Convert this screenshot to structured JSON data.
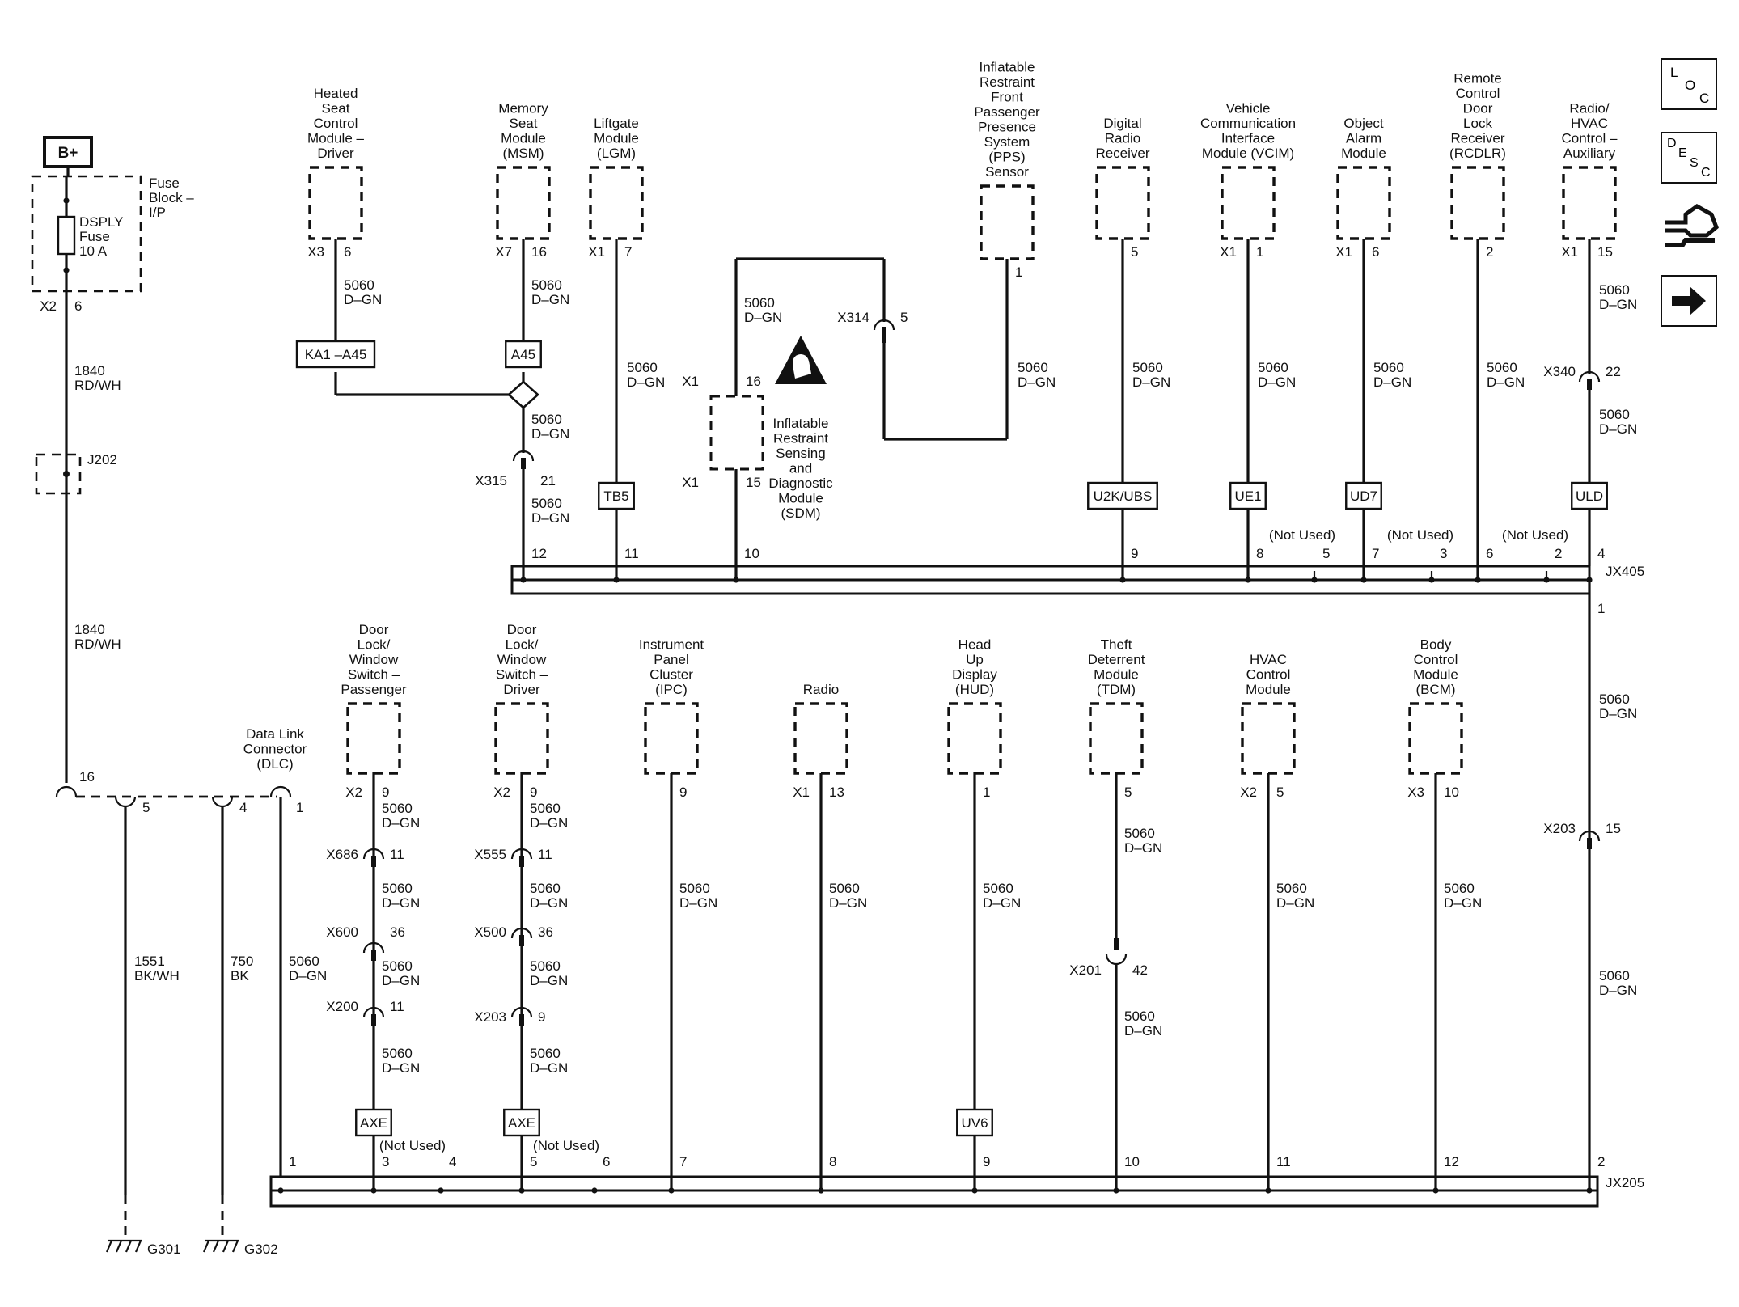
{
  "top_modules": [
    {
      "name": "Heated Seat Control Module – Driver",
      "lines": [
        "Heated",
        "Seat",
        "Control",
        "Module –",
        "Driver"
      ],
      "conn": "X3",
      "pin": "6"
    },
    {
      "name": "Memory Seat Module (MSM)",
      "lines": [
        "Memory",
        "Seat",
        "Module",
        "(MSM)"
      ],
      "conn": "X7",
      "pin": "16"
    },
    {
      "name": "Liftgate Module (LGM)",
      "lines": [
        "Liftgate",
        "Module",
        "(LGM)"
      ],
      "conn": "X1",
      "pin": "7"
    },
    {
      "name": "Inflatable Restraint Front Passenger Presence System (PPS) Sensor",
      "lines": [
        "Inflatable",
        "Restraint",
        "Front",
        "Passenger",
        "Presence",
        "System",
        "(PPS)",
        "Sensor"
      ],
      "conn": "",
      "pin": "1"
    },
    {
      "name": "Digital Radio Receiver",
      "lines": [
        "Digital",
        "Radio",
        "Receiver"
      ],
      "conn": "",
      "pin": "5"
    },
    {
      "name": "Vehicle Communication Interface Module (VCIM)",
      "lines": [
        "Vehicle",
        "Communication",
        "Interface",
        "Module (VCIM)"
      ],
      "conn": "X1",
      "pin": "1"
    },
    {
      "name": "Object Alarm Module",
      "lines": [
        "Object",
        "Alarm",
        "Module"
      ],
      "conn": "X1",
      "pin": "6"
    },
    {
      "name": "Remote Control Door Lock Receiver (RCDLR)",
      "lines": [
        "Remote",
        "Control",
        "Door",
        "Lock",
        "Receiver",
        "(RCDLR)"
      ],
      "conn": "",
      "pin": "2"
    },
    {
      "name": "Radio/ HVAC Control – Auxiliary",
      "lines": [
        "Radio/",
        "HVAC",
        "Control –",
        "Auxiliary"
      ],
      "conn": "X1",
      "pin": "15"
    }
  ],
  "bottom_modules": [
    {
      "name": "Door Lock/ Window Switch – Passenger",
      "lines": [
        "Door",
        "Lock/",
        "Window",
        "Switch –",
        "Passenger"
      ],
      "conn": "X2",
      "pin": "9"
    },
    {
      "name": "Door Lock/ Window Switch – Driver",
      "lines": [
        "Door",
        "Lock/",
        "Window",
        "Switch –",
        "Driver"
      ],
      "conn": "X2",
      "pin": "9"
    },
    {
      "name": "Instrument Panel Cluster (IPC)",
      "lines": [
        "Instrument",
        "Panel",
        "Cluster",
        "(IPC)"
      ],
      "conn": "",
      "pin": "9"
    },
    {
      "name": "Radio",
      "lines": [
        "Radio"
      ],
      "conn": "X1",
      "pin": "13"
    },
    {
      "name": "Head Up Display (HUD)",
      "lines": [
        "Head",
        "Up",
        "Display",
        "(HUD)"
      ],
      "conn": "",
      "pin": "1"
    },
    {
      "name": "Theft Deterrent Module (TDM)",
      "lines": [
        "Theft",
        "Deterrent",
        "Module",
        "(TDM)"
      ],
      "conn": "",
      "pin": "5"
    },
    {
      "name": "HVAC Control Module",
      "lines": [
        "HVAC",
        "Control",
        "Module"
      ],
      "conn": "X2",
      "pin": "5"
    },
    {
      "name": "Body Control Module (BCM)",
      "lines": [
        "Body",
        "Control",
        "Module",
        "(BCM)"
      ],
      "conn": "X3",
      "pin": "10"
    }
  ],
  "sdm": {
    "lines": [
      "Inflatable",
      "Restraint",
      "Sensing",
      "and",
      "Diagnostic",
      "Module",
      "(SDM)"
    ],
    "conn_top": "X1",
    "pin_top": "16",
    "conn_bot": "X1",
    "pin_bot": "15"
  },
  "power": {
    "bplus": "B+",
    "fuse_block": [
      "Fuse",
      "Block –",
      "I/P"
    ],
    "fuse": [
      "DSPLY",
      "Fuse",
      "10 A"
    ],
    "fuse_conn": "X2",
    "fuse_pin": "6",
    "wire_a": [
      "1840",
      "RD/WH"
    ],
    "wire_b": [
      "1840",
      "RD/WH"
    ],
    "splice": "J202"
  },
  "dlc": {
    "lines": [
      "Data Link",
      "Connector",
      "(DLC)"
    ],
    "pins": [
      "16",
      "5",
      "4",
      "1"
    ]
  },
  "grounds": [
    {
      "wire": [
        "1551",
        "BK/WH"
      ],
      "name": "G301"
    },
    {
      "wire": [
        "750",
        "BK"
      ],
      "name": "G302"
    }
  ],
  "wire_label": [
    "5060",
    "D–GN"
  ],
  "options": [
    "KA1 –A45",
    "A45",
    "TB5",
    "U2K/UBS",
    "UE1",
    "UD7",
    "ULD",
    "AXE",
    "AXE",
    "UV6"
  ],
  "inline": {
    "x315": {
      "name": "X315",
      "pin": "21"
    },
    "x314": {
      "name": "X314",
      "pin": "5"
    },
    "x340": {
      "name": "X340",
      "pin": "22"
    },
    "x203r": {
      "name": "X203",
      "pin": "15"
    },
    "x686": {
      "name": "X686",
      "pin": "11"
    },
    "x600": {
      "name": "X600",
      "pin": "36"
    },
    "x200": {
      "name": "X200",
      "pin": "11"
    },
    "x555": {
      "name": "X555",
      "pin": "11"
    },
    "x500": {
      "name": "X500",
      "pin": "36"
    },
    "x203l": {
      "name": "X203",
      "pin": "9"
    },
    "x201": {
      "name": "X201",
      "pin": "42"
    }
  },
  "jx405": {
    "name": "JX405",
    "pins_top": [
      "12",
      "11",
      "10",
      "9",
      "8",
      "5",
      "7",
      "3",
      "6",
      "2",
      "4"
    ],
    "out_pin": "1",
    "not_used": "(Not Used)"
  },
  "jx205": {
    "name": "JX205",
    "pins": [
      "1",
      "3",
      "4",
      "5",
      "6",
      "7",
      "8",
      "9",
      "10",
      "11",
      "12",
      "2"
    ],
    "not_used": "(Not Used)"
  },
  "nav": {
    "loc": [
      "L",
      "O",
      "C"
    ],
    "desc": [
      "D",
      "E",
      "S",
      "C"
    ]
  }
}
